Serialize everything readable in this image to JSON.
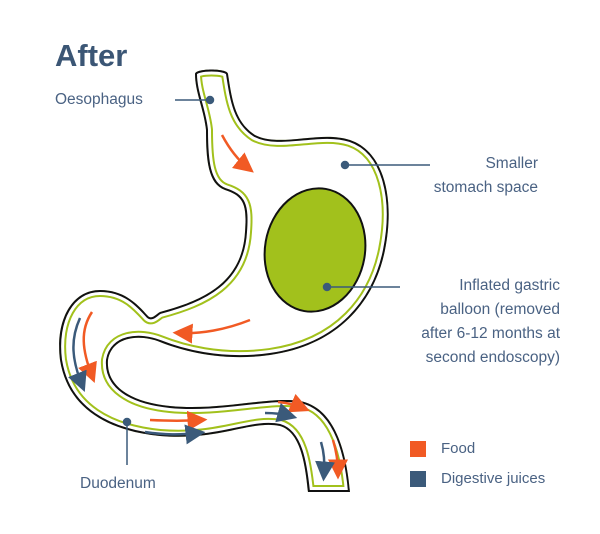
{
  "title": "After",
  "labels": {
    "oesophagus": "Oesophagus",
    "stomach": [
      "Smaller",
      "stomach space"
    ],
    "balloon": [
      "Inflated gastric",
      "balloon (removed",
      "after 6-12 months at",
      "second endoscopy)"
    ],
    "duodenum": "Duodenum"
  },
  "legend": [
    {
      "label": "Food",
      "color": "#f15a24"
    },
    {
      "label": "Digestive juices",
      "color": "#3b5a7a"
    }
  ],
  "colors": {
    "text": "#4a6283",
    "green": "#a2c11c",
    "outline": "#111111"
  }
}
